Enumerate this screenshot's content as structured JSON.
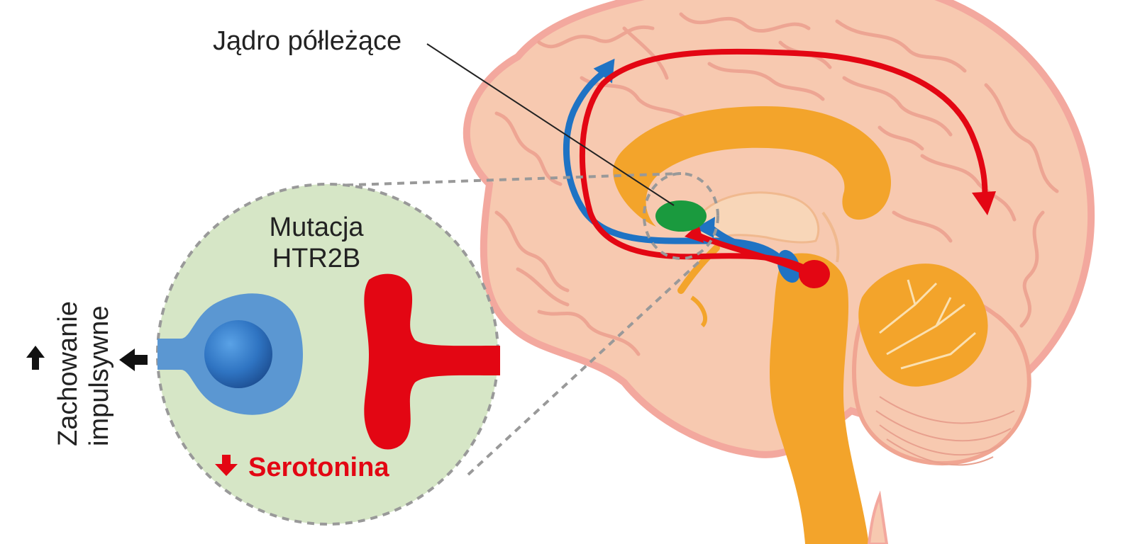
{
  "labels": {
    "nucleus_accumbens": "Jądro półleżące",
    "mutation_line1": "Mutacja",
    "mutation_line2": "HTR2B",
    "behavior_line1": "Zachowanie",
    "behavior_line2": "impulsywne",
    "serotonin": "Serotonina"
  },
  "colors": {
    "brain_fill": "#f7c9b0",
    "brain_outline": "#f4a6a0",
    "gyri_lines": "#eea090",
    "orange_structures": "#f3a42b",
    "nucleus_green": "#1a9a3e",
    "blue_pathway": "#1f73c4",
    "red_pathway": "#e30613",
    "zoom_circle_fill": "#d6e6c6",
    "zoom_circle_border": "#999999",
    "neuron_blue": "#5b97d2",
    "neuron_blue_nucleus": "#2c6fbb",
    "neuron_red": "#e30613",
    "text_dark": "#222222"
  },
  "icons": {
    "behavior_up": "arrow-up-icon",
    "behavior_output": "arrow-left-icon",
    "serotonin_down": "arrow-down-icon"
  }
}
